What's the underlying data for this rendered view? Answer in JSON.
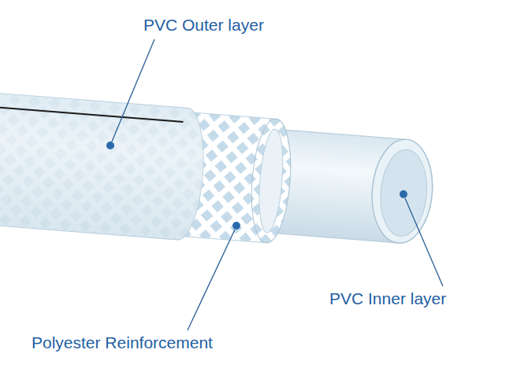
{
  "diagram": {
    "labels": [
      "PVC Outer layer",
      "Polyester Reinforcement",
      "PVC Inner layer"
    ]
  }
}
